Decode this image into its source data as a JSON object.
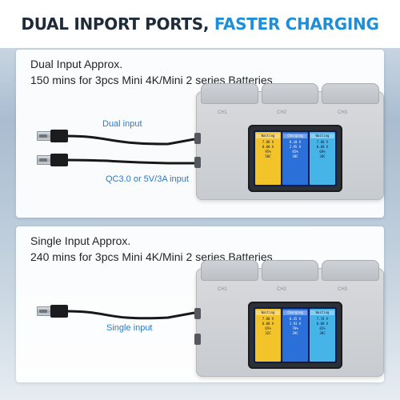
{
  "headline": {
    "part1": "DUAL INPORT PORTS,",
    "part2": "FASTER CHARGING",
    "colors": {
      "dark": "#1e2b3a",
      "blue": "#1e8fd6"
    }
  },
  "top_panel": {
    "line1": "Dual Input Approx.",
    "line2": "150 mins for 3pcs Mini 4K/Mini 2 series Batteries",
    "caption_dual": "Dual input",
    "caption_qc": "QC3.0 or 5V/3A input",
    "slot_labels": [
      "CH1",
      "CH2",
      "CH3"
    ],
    "screen": [
      {
        "header": "Waiting",
        "lines": [
          "7.88 V",
          "0.00 A",
          "95%",
          "50C"
        ]
      },
      {
        "header": "Charging",
        "lines": [
          "8.18 V",
          "2.95 A",
          "85%",
          "38C"
        ]
      },
      {
        "header": "Waiting",
        "lines": [
          "7.80 V",
          "0.00 A",
          "68%",
          "38C"
        ]
      }
    ]
  },
  "bottom_panel": {
    "line1": "Single Input Approx.",
    "line2": "240 mins for 3pcs Mini 4K/Mini 2 series Batteries",
    "caption_single": "Single input",
    "slot_labels": [
      "CH1",
      "CH2",
      "CH3"
    ],
    "screen": [
      {
        "header": "Waiting",
        "lines": [
          "7.80 V",
          "0.00 A",
          "65%",
          "32C"
        ]
      },
      {
        "header": "Charging",
        "lines": [
          "8.45 V",
          "1.93 A",
          "78%",
          "39C"
        ]
      },
      {
        "header": "Waiting",
        "lines": [
          "7.76 V",
          "0.00 A",
          "82%",
          "38C"
        ]
      }
    ]
  }
}
